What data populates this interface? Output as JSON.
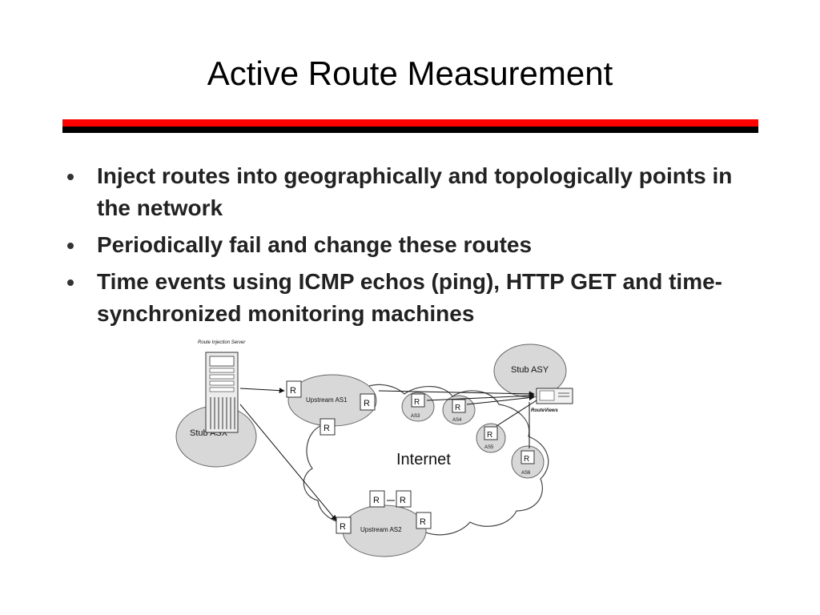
{
  "slide": {
    "title": "Active Route Measurement",
    "bullets": [
      "Inject routes into geographically and topologically points in the network",
      "Periodically fail and change these routes",
      "Time events using ICMP echos (ping), HTTP GET and time-synchronized monitoring machines"
    ],
    "rule_colors": {
      "top": "#ff0000",
      "bottom": "#000000"
    }
  },
  "diagram": {
    "server_label": "Route Injection Server",
    "stub_asx": "Stub ASX",
    "stub_asy": "Stub ASY",
    "upstream_as1": "Upstream AS1",
    "upstream_as2": "Upstream AS2",
    "internet": "Internet",
    "routeviews": "RouteViews",
    "router_letter": "R",
    "as3": "AS3",
    "as4": "AS4",
    "as5": "AS5",
    "as6": "AS6",
    "node_fill": "#d8d8d8"
  }
}
